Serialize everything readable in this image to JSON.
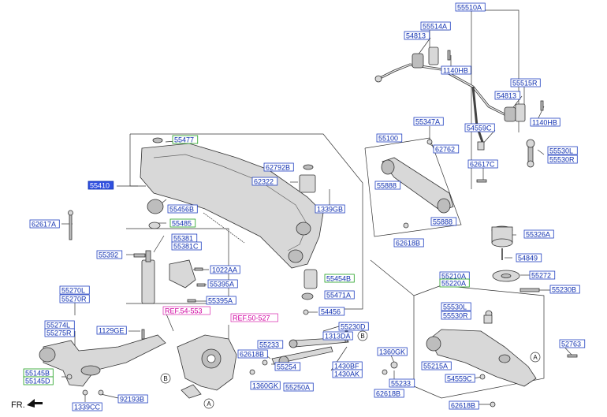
{
  "labels": {
    "l55510A": "55510A",
    "l55514A": "55514A",
    "l54813a": "54813",
    "l1140HBa": "1140HB",
    "l55515R": "55515R",
    "l54813b": "54813",
    "l1140HBb": "1140HB",
    "l55347A": "55347A",
    "l55100": "55100",
    "l54559C_top": "54559C",
    "l62762": "62762",
    "l55530L_top": "55530L",
    "l55530R_top": "55530R",
    "l62617C": "62617C",
    "l55888a": "55888",
    "l55888b": "55888",
    "l62618B_mid": "62618B",
    "l55326A": "55326A",
    "l54849": "54849",
    "l55272": "55272",
    "l55477": "55477",
    "l62792B": "62792B",
    "l62322": "62322",
    "l1339GB": "1339GB",
    "l55410": "55410",
    "l55456B": "55456B",
    "l62617A": "62617A",
    "l55485": "55485",
    "l55381": "55381",
    "l55381C": "55381C",
    "l55392": "55392",
    "l1022AA": "1022AA",
    "l55395A_a": "55395A",
    "l55395A_b": "55395A",
    "l55454B": "55454B",
    "l55471A": "55471A",
    "l54456": "54456",
    "l55210A": "55210A",
    "l55220A": "55220A",
    "l55230B": "55230B",
    "l55270L": "55270L",
    "l55270R": "55270R",
    "l55274L": "55274L",
    "l55275R": "55275R",
    "l1129GE": "1129GE",
    "l55230D": "55230D",
    "l1313DA": "1313DA",
    "l55233a": "55233",
    "l62618B_b": "62618B",
    "l55254": "55254",
    "l1430BF": "1430BF",
    "l1430AK": "1430AK",
    "l1360GK_a": "1360GK",
    "l55250A": "55250A",
    "l55530L_b": "55530L",
    "l55530R_b": "55530R",
    "l55215A": "55215A",
    "l1360GK_b": "1360GK",
    "l55233b": "55233",
    "l62618B_c": "62618B",
    "l54559C_b": "54559C",
    "l52763": "52763",
    "l62618B_d": "62618B",
    "l55145B": "55145B",
    "l55145D": "55145D",
    "l1339CC": "1339CC",
    "l92193B": "92193B"
  },
  "refs": {
    "r1": "REF.54-553",
    "r2": "REF.50-527"
  },
  "direction_label": "FR.",
  "callouts": {
    "A": "A",
    "B": "B"
  }
}
